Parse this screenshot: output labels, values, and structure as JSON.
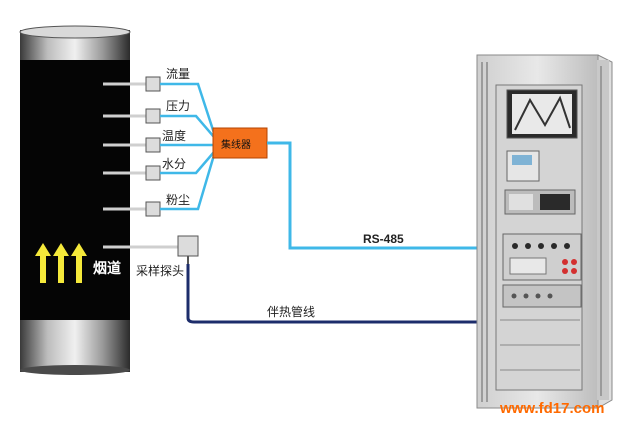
{
  "sensors": [
    {
      "label": "流量"
    },
    {
      "label": "压力"
    },
    {
      "label": "温度"
    },
    {
      "label": "水分"
    },
    {
      "label": "粉尘"
    }
  ],
  "collector": {
    "label": "集线器",
    "color": "#f4711c"
  },
  "probe": {
    "label": "采样探头"
  },
  "flue": {
    "label": "烟道"
  },
  "rs485": {
    "label": "RS-485",
    "color": "#3fb8e8"
  },
  "heat_pipe": {
    "label": "伴热管线",
    "color": "#1d2d6b"
  },
  "watermark": "www.fd17.com"
}
